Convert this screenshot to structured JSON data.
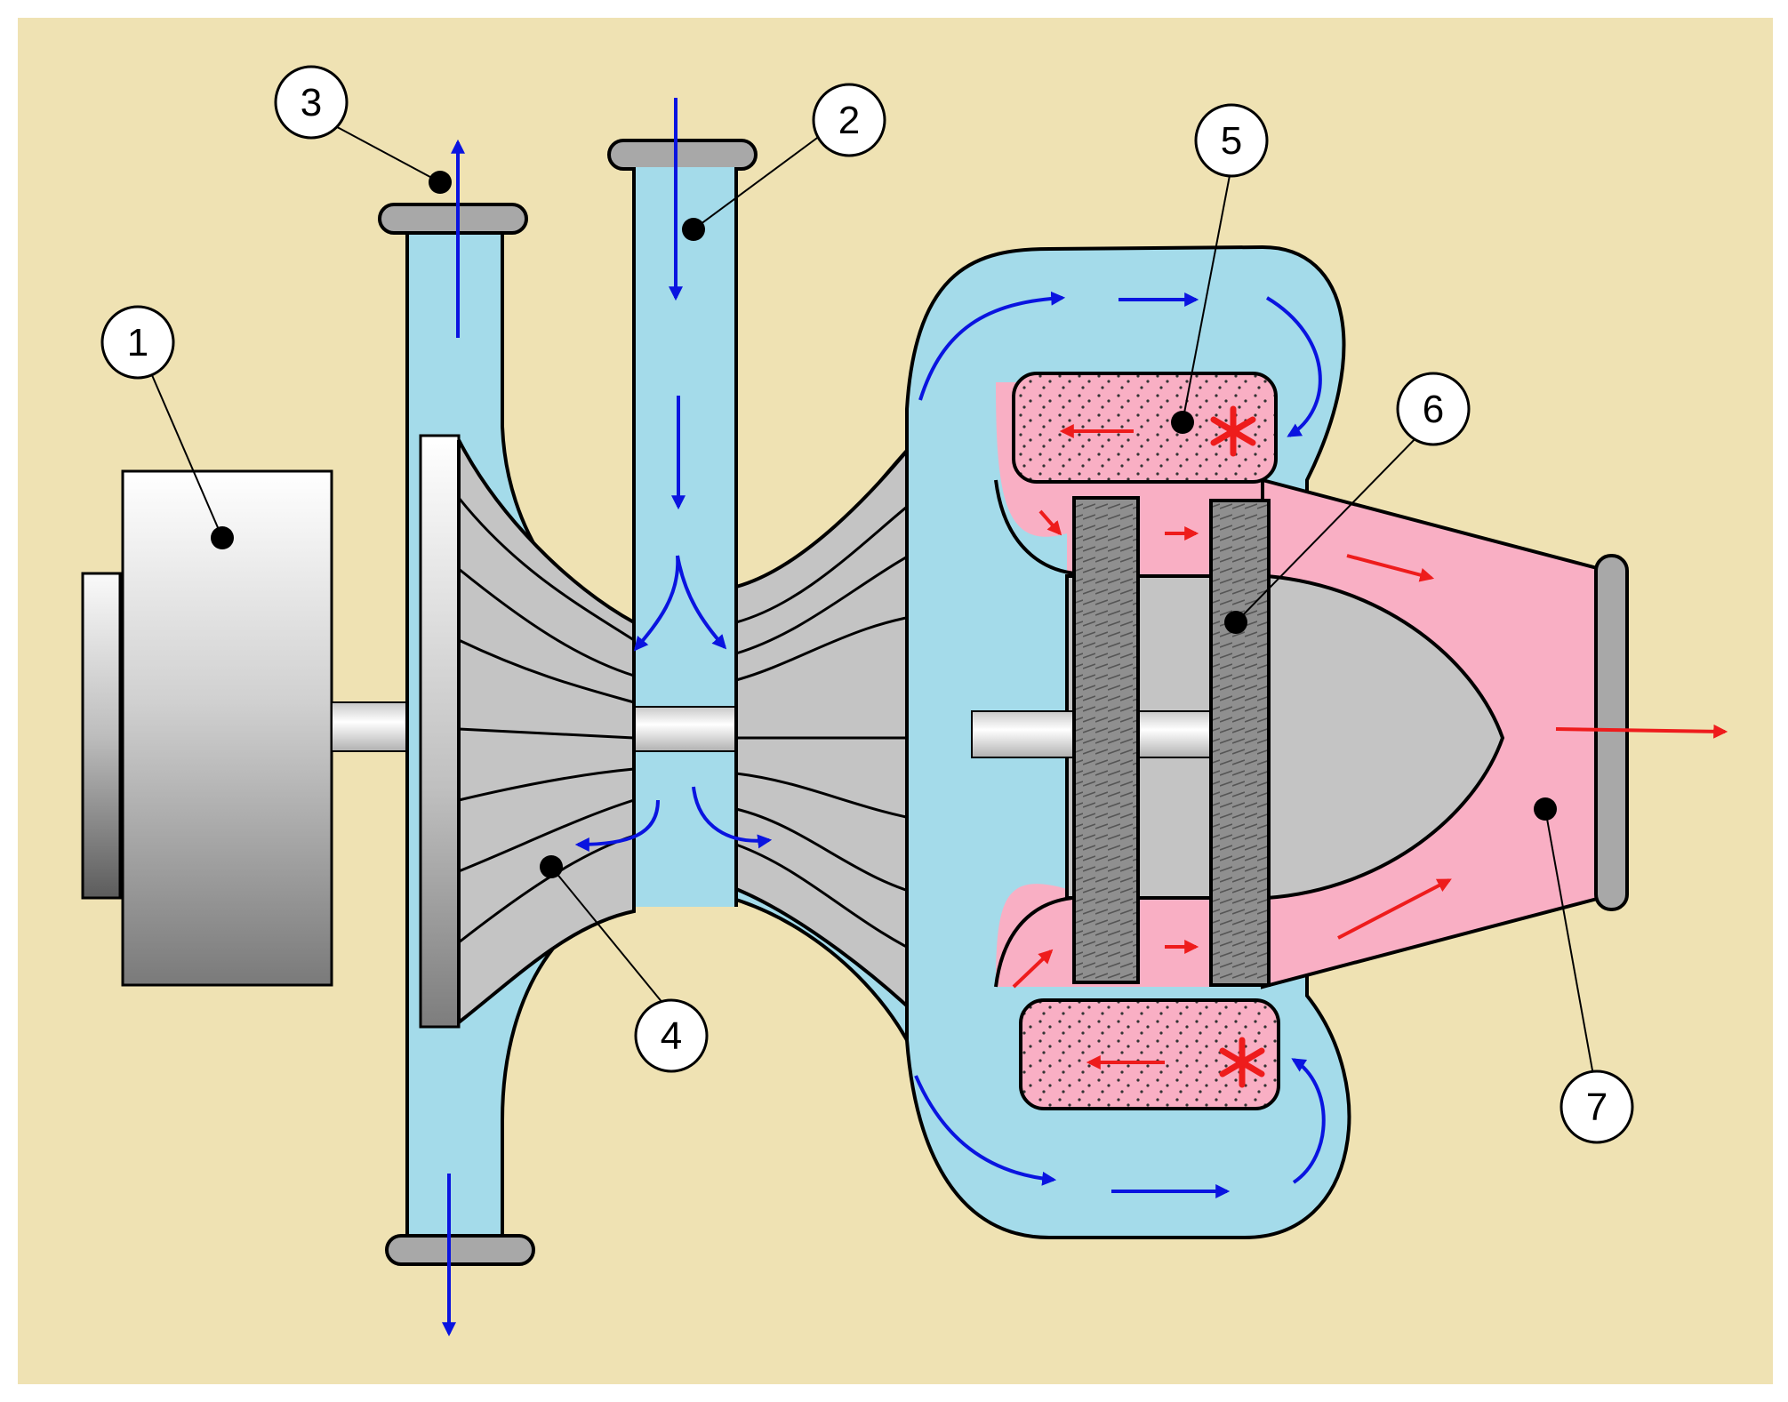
{
  "colors": {
    "background": "#efe2b3",
    "water": "#a4dbea",
    "gas": "#f9afc4",
    "body_gray": "#c4c4c4",
    "flange_gray": "#a8a8a8",
    "outline": "#000000",
    "blue_arrow": "#0a14e0",
    "red_arrow": "#ee1c1c"
  },
  "callouts": [
    {
      "id": "1",
      "label": "1"
    },
    {
      "id": "2",
      "label": "2"
    },
    {
      "id": "3",
      "label": "3"
    },
    {
      "id": "4",
      "label": "4"
    },
    {
      "id": "5",
      "label": "5"
    },
    {
      "id": "6",
      "label": "6"
    },
    {
      "id": "7",
      "label": "7"
    }
  ],
  "icons": {
    "combustion_marker": "asterisk-icon"
  }
}
